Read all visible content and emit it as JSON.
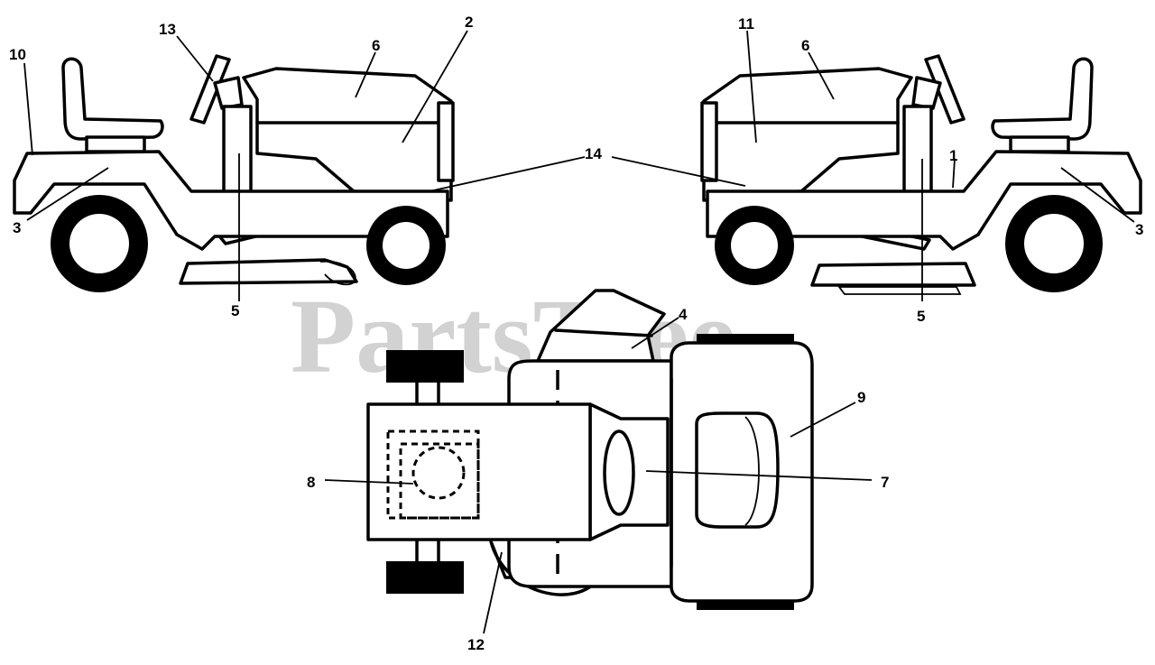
{
  "watermark": "PartsTree",
  "callouts": {
    "c1": "1",
    "c2": "2",
    "c3_left": "3",
    "c3_right": "3",
    "c4": "4",
    "c5_left": "5",
    "c5_right": "5",
    "c6_left": "6",
    "c6_right": "6",
    "c7": "7",
    "c8": "8",
    "c9": "9",
    "c10": "10",
    "c11": "11",
    "c12": "12",
    "c13": "13",
    "c14": "14"
  }
}
